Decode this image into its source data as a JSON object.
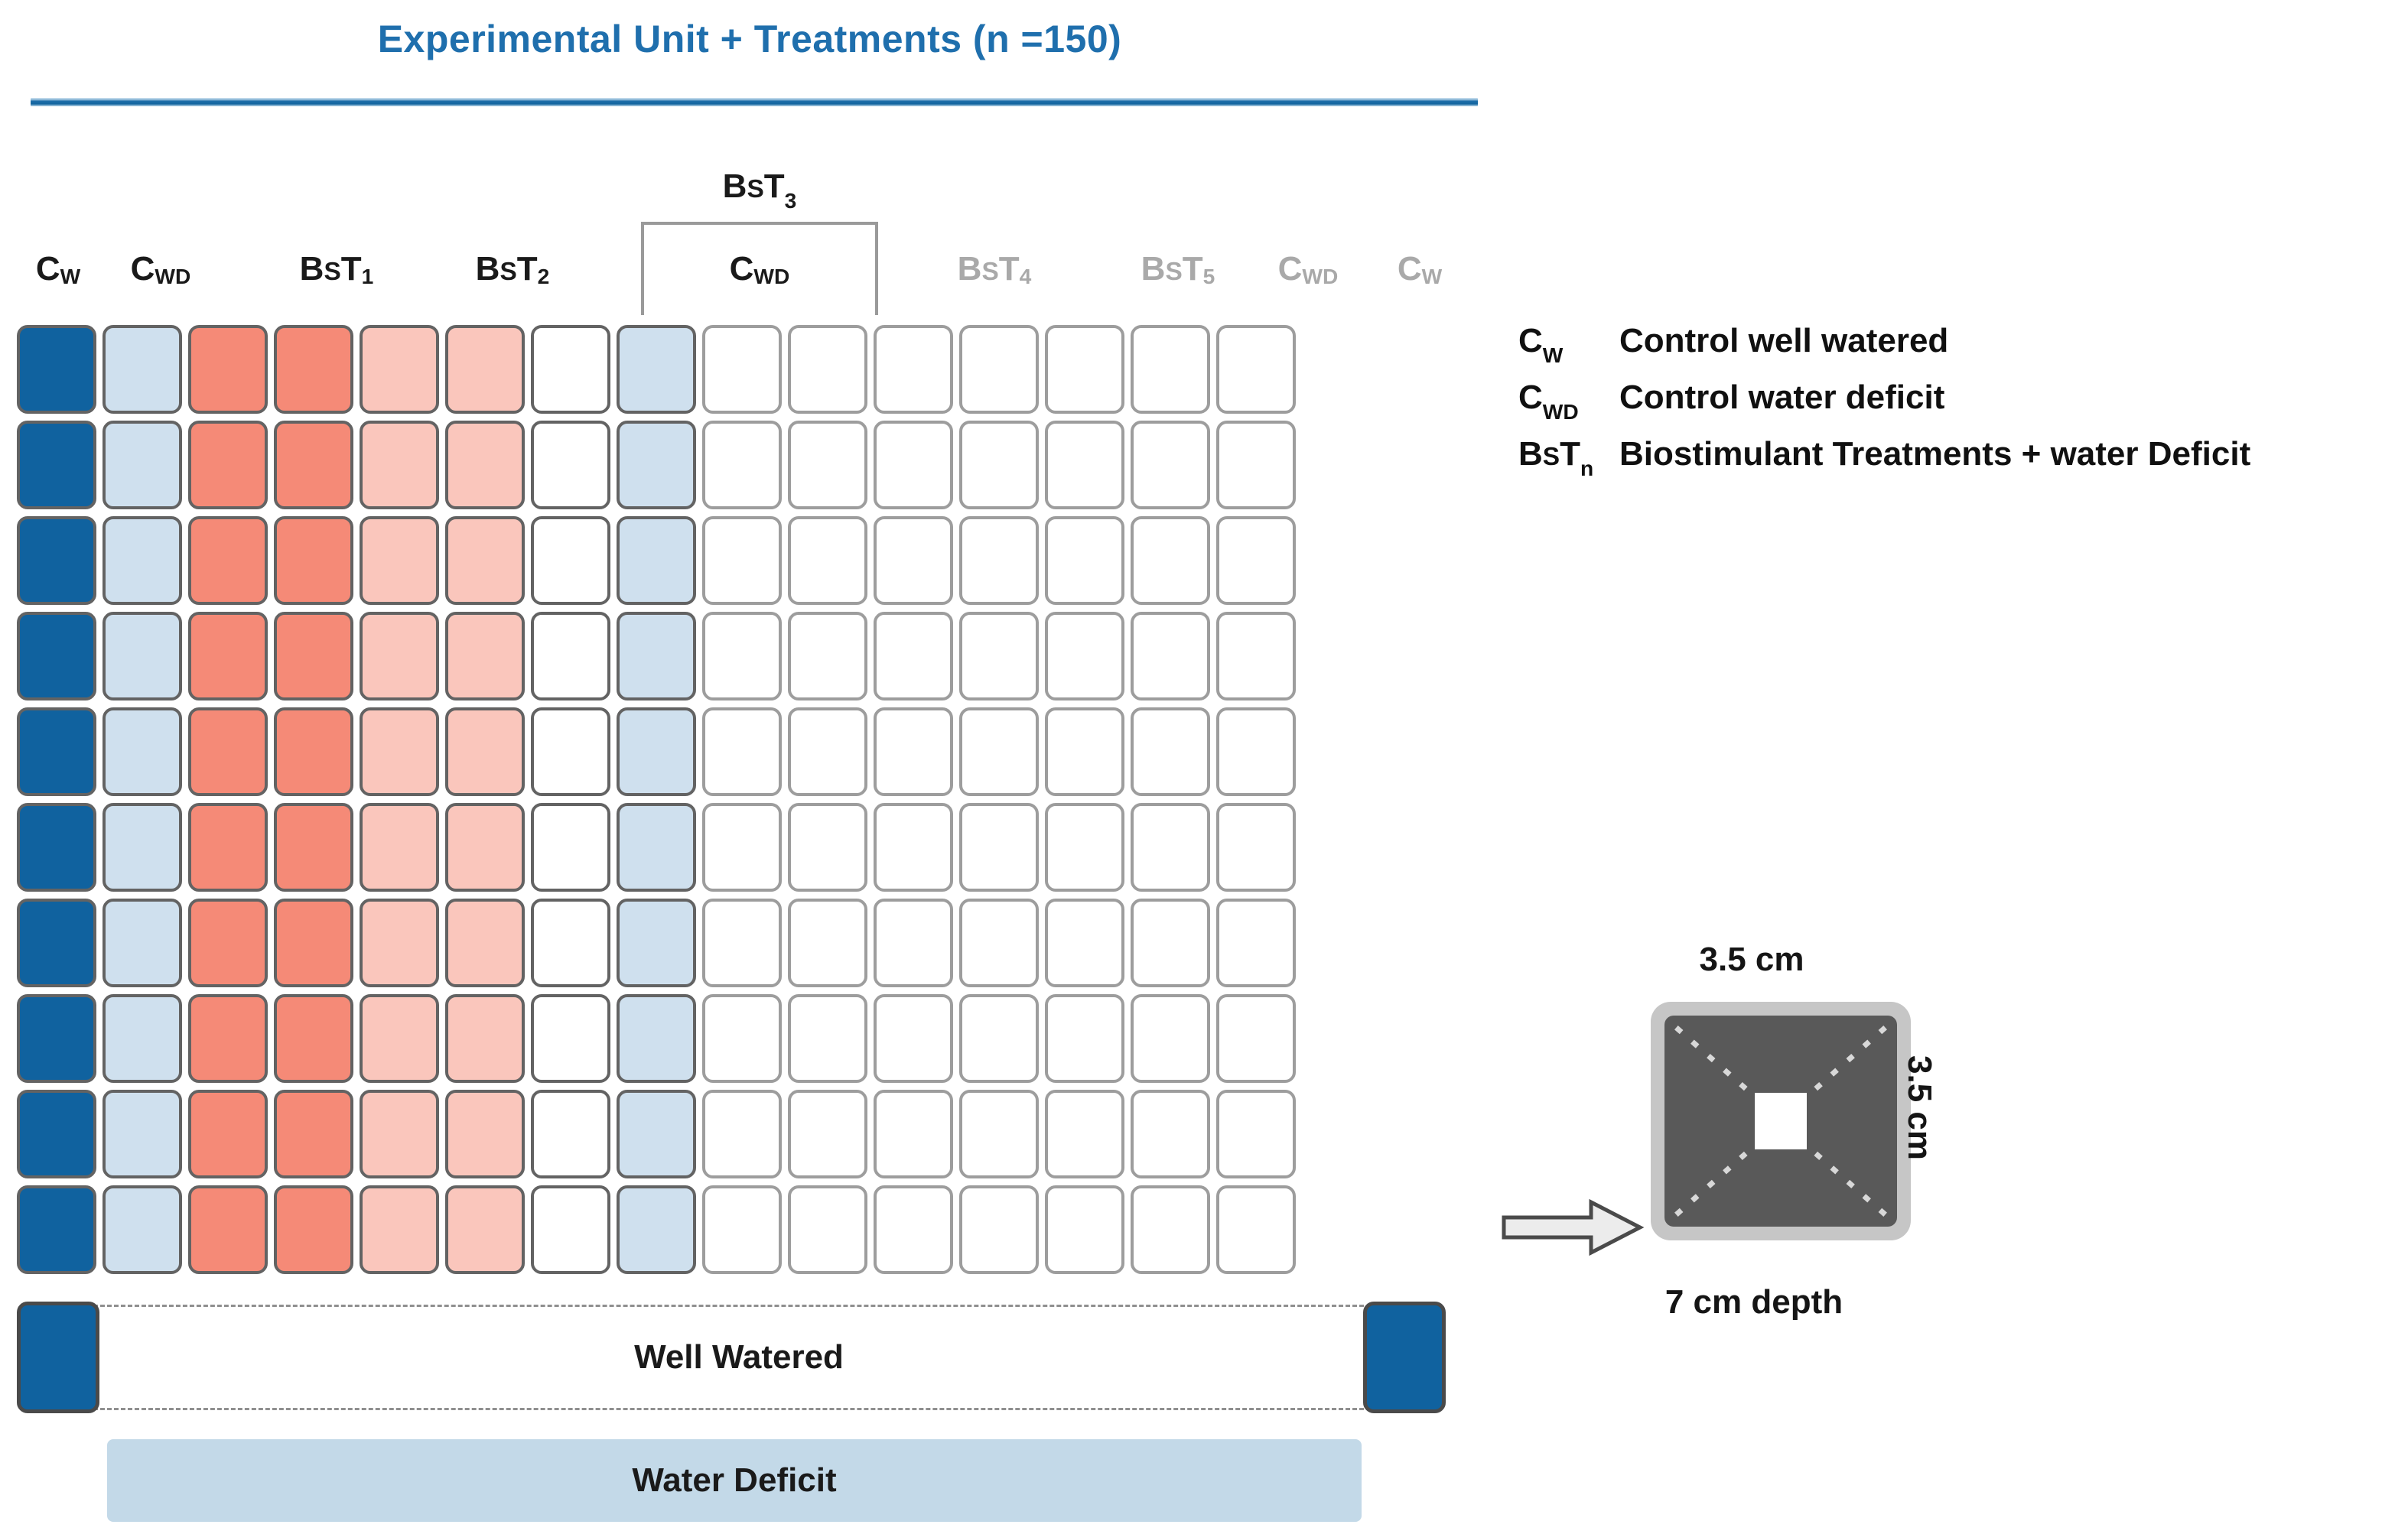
{
  "title": "Experimental Unit + Treatments (n =150)",
  "accent_color": "#1b6ca8",
  "grid": {
    "rows": 10,
    "columns": 15,
    "total_units": 150,
    "column_fills": [
      "#10629f",
      "#cfe0ee",
      "#f58a77",
      "#f58a77",
      "#fac6bc",
      "#fac6bc",
      "#ffffff",
      "#cfe0ee",
      "#ffffff",
      "#ffffff",
      "#ffffff",
      "#ffffff",
      "#ffffff",
      "#ffffff",
      "#ffffff"
    ],
    "column_border_muted": [
      false,
      false,
      false,
      false,
      false,
      false,
      false,
      false,
      true,
      true,
      true,
      true,
      true,
      true,
      true
    ]
  },
  "headers": {
    "c_w": "C",
    "c_w_sub": "W",
    "c_wd": "C",
    "c_wd_sub": "WD",
    "bst": "B",
    "bst_s": "S",
    "bst_t": "T",
    "bst1_num": "1",
    "bst2_num": "2",
    "bst3_num": "3",
    "bst4_num": "4",
    "bst5_num": "5"
  },
  "bars": {
    "well_watered": "Well Watered",
    "water_deficit": "Water Deficit",
    "well_watered_cap_color": "#10629f",
    "water_deficit_color": "#c3d9e8"
  },
  "legend": [
    {
      "key_main": "C",
      "key_sub": "W",
      "description": "Control well watered"
    },
    {
      "key_main": "C",
      "key_sub": "WD",
      "description": "Control water deficit"
    },
    {
      "key_main": "B",
      "key_s": "S",
      "key_t": "T",
      "key_sub": "n",
      "description": "Biostimulant Treatments + water Deficit"
    }
  ],
  "pot": {
    "width_label": "3.5 cm",
    "height_label": "3.5 cm",
    "depth_label": "7 cm depth",
    "soil_color": "#595959",
    "rim_color": "#c6c6c6"
  }
}
